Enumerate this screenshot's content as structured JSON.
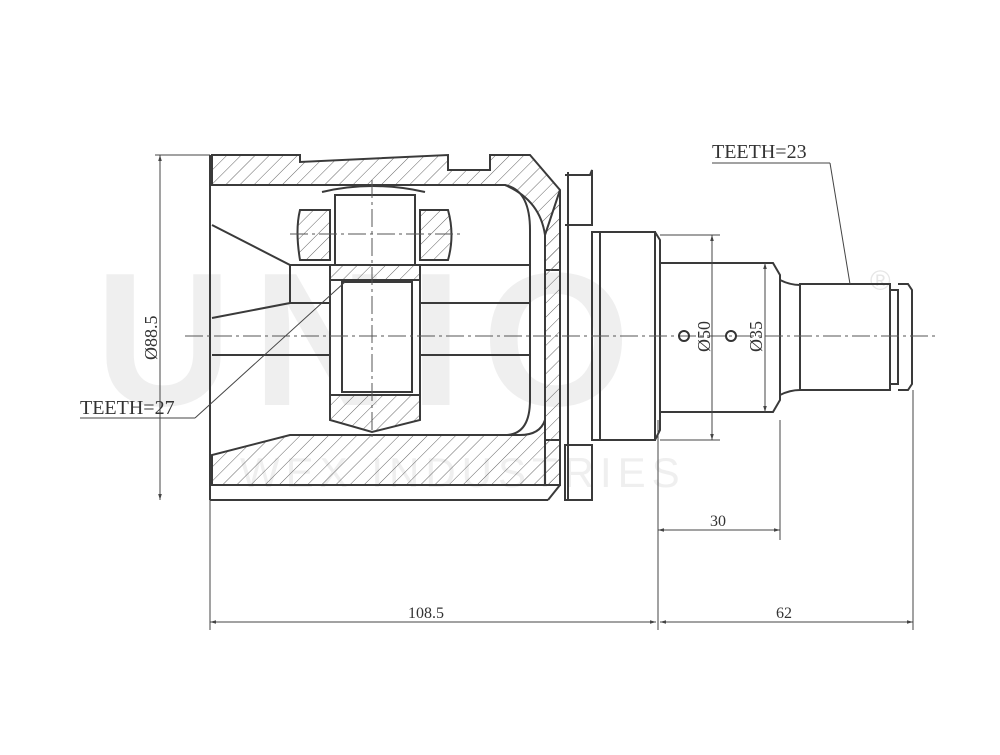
{
  "drawing": {
    "title": "Inner CV joint technical drawing",
    "colors": {
      "line": "#3a3a3a",
      "hatch": "#555555",
      "watermark": "#ececec",
      "background": "#ffffff"
    },
    "watermark": {
      "brand": "UNIO",
      "registered": "®",
      "subtitle": "WEX INDUSTRIES"
    },
    "annotations": {
      "teeth_outer": "TEETH=23",
      "teeth_inner": "TEETH=27"
    },
    "dimensions": {
      "housing_diameter": "Ø88.5",
      "flange_diameter": "Ø50",
      "shaft_diameter": "Ø35",
      "shaft_step_length": "30",
      "housing_length": "108.5",
      "shaft_length": "62"
    }
  }
}
